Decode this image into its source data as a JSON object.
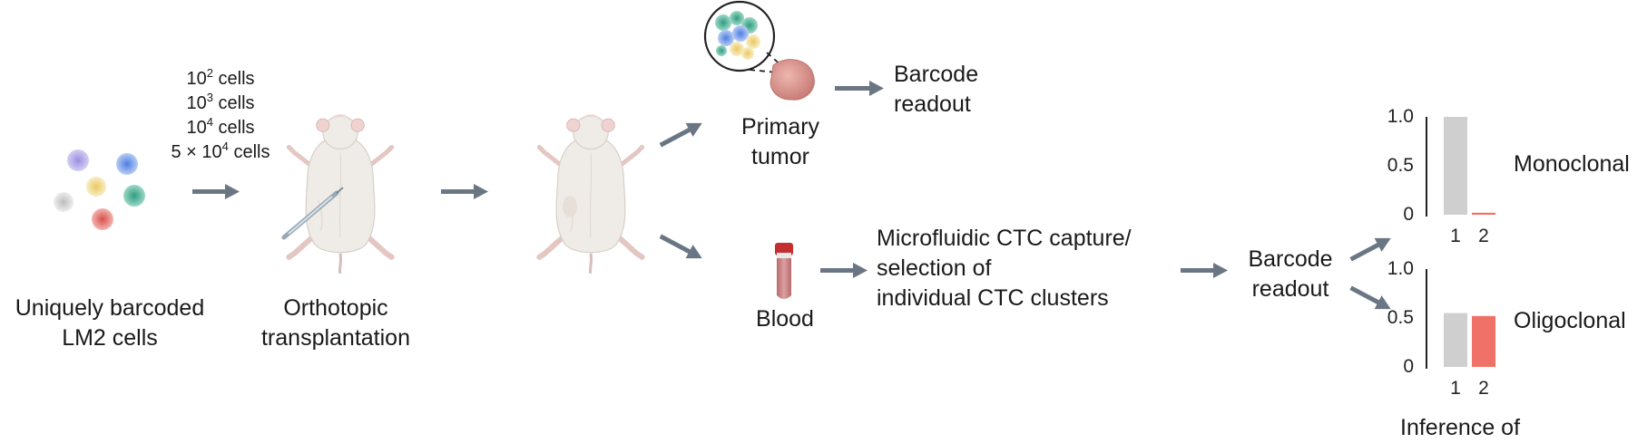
{
  "cells": {
    "label_line1": "Uniquely barcoded",
    "label_line2": "LM2 cells",
    "amounts": [
      {
        "base": "10",
        "exp": "2",
        "unit": " cells",
        "prefix": ""
      },
      {
        "base": "10",
        "exp": "3",
        "unit": " cells",
        "prefix": ""
      },
      {
        "base": "10",
        "exp": "4",
        "unit": " cells",
        "prefix": ""
      },
      {
        "base": "10",
        "exp": "4",
        "unit": " cells",
        "prefix": "5 × "
      }
    ]
  },
  "transplant": {
    "line1": "Orthotopic",
    "line2": "transplantation"
  },
  "primary_tumor": {
    "line1": "Primary",
    "line2": "tumor"
  },
  "barcode_top": {
    "line1": "Barcode",
    "line2": "readout"
  },
  "blood": {
    "label": "Blood"
  },
  "microfluidic": {
    "line1": "Microfluidic CTC capture/",
    "line2": "selection of",
    "line3": "individual CTC clusters"
  },
  "barcode_bottom": {
    "line1": "Barcode",
    "line2": "readout"
  },
  "inference": {
    "label": "Inference of"
  },
  "colors": {
    "arrow": "#6b7685",
    "bar_gray": "#cfcfcf",
    "bar_red": "#f07167",
    "mouse": "#eeeae4",
    "tumor": "#d9928c",
    "blood": "#c97e7f"
  },
  "chart_data": [
    {
      "type": "bar",
      "title": "Monoclonal",
      "categories": [
        "1",
        "2"
      ],
      "values": [
        1.0,
        0.02
      ],
      "bar_colors": [
        "#cfcfcf",
        "#f07167"
      ],
      "yticks": [
        "0",
        "0.5",
        "1.0"
      ],
      "ylim": [
        0,
        1.0
      ]
    },
    {
      "type": "bar",
      "title": "Oligoclonal",
      "categories": [
        "1",
        "2"
      ],
      "values": [
        0.55,
        0.52
      ],
      "bar_colors": [
        "#cfcfcf",
        "#f07167"
      ],
      "yticks": [
        "0",
        "0.5",
        "1.0"
      ],
      "ylim": [
        0,
        1.0
      ]
    }
  ]
}
